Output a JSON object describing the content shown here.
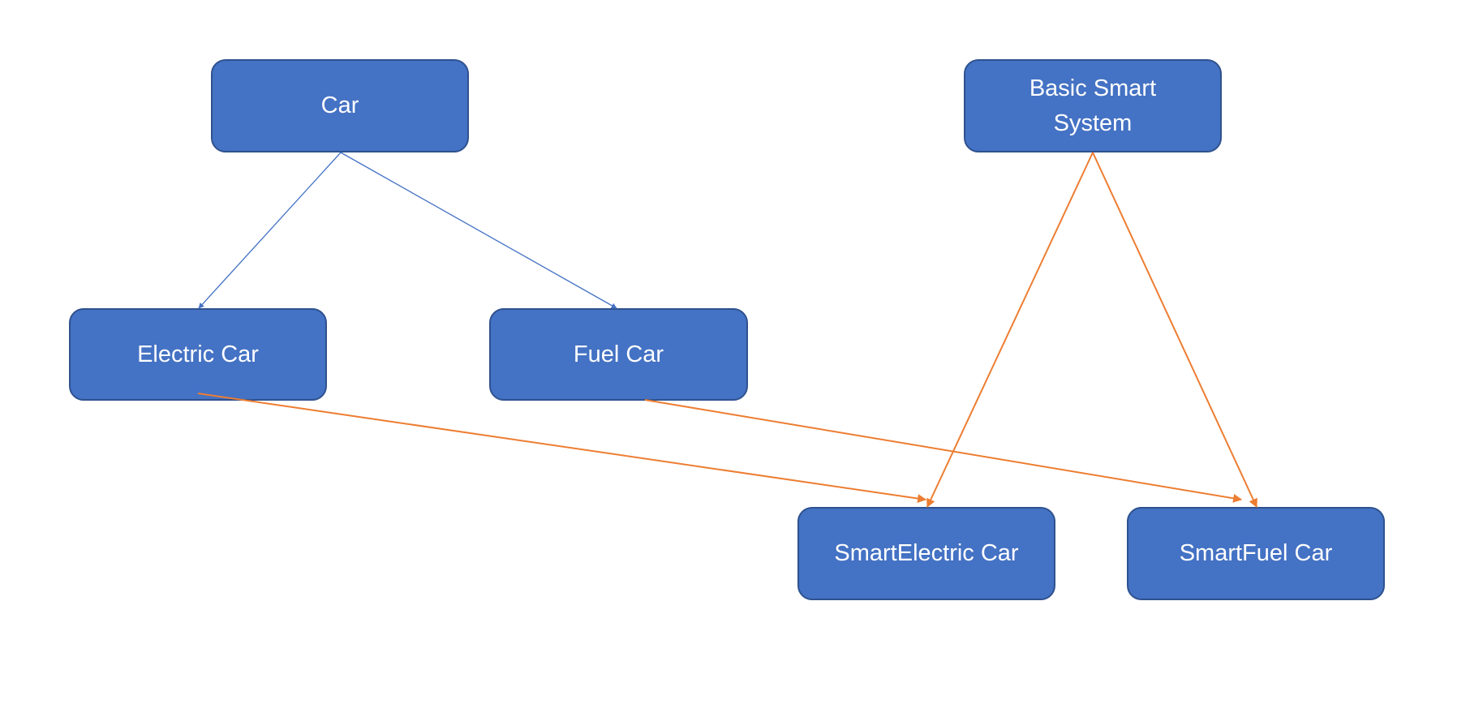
{
  "diagram": {
    "type": "inheritance-diagram",
    "colors": {
      "node_fill": "#4472C4",
      "node_border": "#2F528F",
      "node_text": "#FFFFFF",
      "edge_blue": "#4472C4",
      "edge_orange": "#ED7D31"
    },
    "nodes": {
      "car": {
        "label": "Car"
      },
      "basic_smart_system": {
        "label": "Basic Smart System"
      },
      "electric_car": {
        "label": "Electric Car"
      },
      "fuel_car": {
        "label": "Fuel Car"
      },
      "smart_electric_car": {
        "label": "SmartElectric Car"
      },
      "smart_fuel_car": {
        "label": "SmartFuel Car"
      }
    },
    "edges": [
      {
        "from": "car",
        "to": "electric_car",
        "color": "blue"
      },
      {
        "from": "car",
        "to": "fuel_car",
        "color": "blue"
      },
      {
        "from": "electric_car",
        "to": "smart_electric_car",
        "color": "orange"
      },
      {
        "from": "fuel_car",
        "to": "smart_fuel_car",
        "color": "orange"
      },
      {
        "from": "basic_smart_system",
        "to": "smart_electric_car",
        "color": "orange"
      },
      {
        "from": "basic_smart_system",
        "to": "smart_fuel_car",
        "color": "orange"
      }
    ]
  }
}
